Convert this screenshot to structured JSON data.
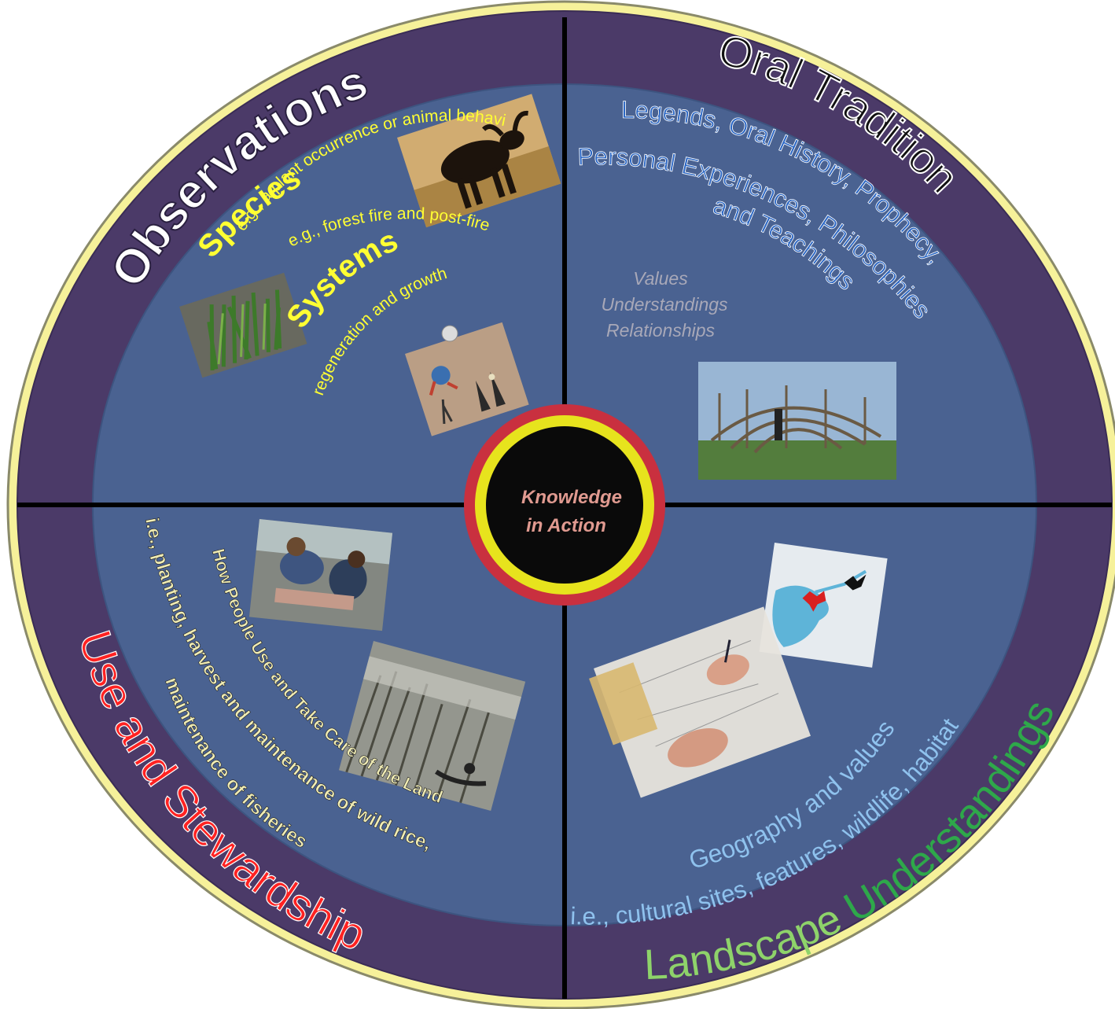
{
  "center": {
    "line1": "Knowledge",
    "line2": "in Action"
  },
  "colors": {
    "outer_ring": "#4b3a68",
    "inner_disc": "#4a6291",
    "rim": "#f6f19a",
    "yellow_text": "#ffff33",
    "blue_text": "#1f5fb8",
    "light_blue_text": "#7fb6e8",
    "red_text": "#ff2222",
    "green_text": "#2ea84a",
    "light_green_text": "#8ed36a",
    "cream_text": "#f0ecb4",
    "grey_text": "#a8a8b8"
  },
  "observations": {
    "title": "Observations",
    "species_heading": "Species",
    "species_text": "e.g., a plant occurrence or animal behavior",
    "systems_heading": "Systems",
    "systems_line1": "e.g., forest fire and post-fire",
    "systems_line2": "regeneration and growth",
    "photos": [
      {
        "name": "moose-photo",
        "icon": "moose"
      },
      {
        "name": "plant-photo",
        "icon": "grass"
      },
      {
        "name": "fire-illustration-photo",
        "icon": "drawing"
      }
    ]
  },
  "oral_tradition": {
    "title": "Oral Tradition",
    "line1": "Legends,  Oral History, Prophecy,",
    "line2": "Personal Experiences, Philosophies",
    "line3": "and Teachings",
    "values": [
      "Values",
      "Understandings",
      "Relationships"
    ],
    "photos": [
      {
        "name": "lodge-frame-photo",
        "icon": "lodge"
      }
    ]
  },
  "use_stewardship": {
    "title_part1": "Use and ",
    "title_part2": "Stewardship",
    "line1": "How People Use and Take Care of th",
    "line1b": "e Land",
    "line2": "i.e., planting, harvest and maintenance of wild rice,",
    "line3": "maintenance of fisheries",
    "photos": [
      {
        "name": "fish-harvest-photo",
        "icon": "people"
      },
      {
        "name": "wild-rice-canoe-photo",
        "icon": "canoe"
      }
    ]
  },
  "landscape": {
    "title_part1": "Landscape ",
    "title_part2": "Understandings",
    "line1": "Geography and values",
    "line2": "i.e., cultural sites, features, wildlife, habitat",
    "photos": [
      {
        "name": "map-photo",
        "icon": "map"
      },
      {
        "name": "mapping-hands-photo",
        "icon": "hands"
      }
    ]
  }
}
